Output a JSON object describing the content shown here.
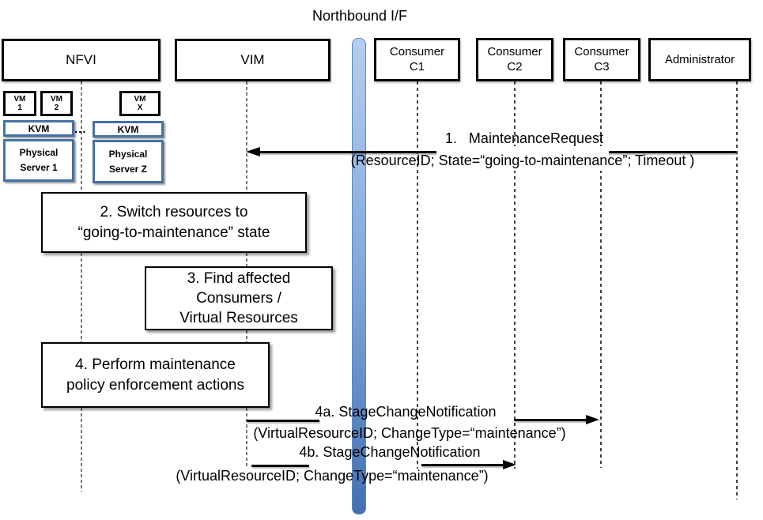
{
  "title": "Northbound I/F",
  "actors": {
    "nfvi": "NFVI",
    "vim": "VIM",
    "consumer1": {
      "line1": "Consumer",
      "line2": "C1"
    },
    "consumer2": {
      "line1": "Consumer",
      "line2": "C2"
    },
    "consumer3": {
      "line1": "Consumer",
      "line2": "C3"
    },
    "administrator": "Administrator"
  },
  "nfvi_detail": {
    "vm1": {
      "line1": "VM",
      "line2": "1"
    },
    "vm2": {
      "line1": "VM",
      "line2": "2"
    },
    "vmx": {
      "line1": "VM",
      "line2": "X"
    },
    "kvm_left": "KVM",
    "kvm_right": "KVM",
    "ellipsis": "...",
    "server_left": {
      "line1": "Physical",
      "line2": "Server 1"
    },
    "server_right": {
      "line1": "Physical",
      "line2": "Server Z"
    }
  },
  "steps": {
    "step2": {
      "line1": "2. Switch resources to",
      "line2": "“going-to-maintenance” state"
    },
    "step3": {
      "line1": "3. Find affected",
      "line2": "Consumers /",
      "line3": "Virtual Resources"
    },
    "step4": {
      "line1": "4. Perform maintenance",
      "line2": "policy enforcement actions"
    }
  },
  "messages": {
    "msg1": {
      "title": "1.   MaintenanceRequest",
      "params": "(ResourceID; State=“going-to-maintenance”; Timeout )"
    },
    "msg4a": {
      "title": "4a. StageChangeNotification",
      "params": "(VirtualResourceID; ChangeType=“maintenance”)"
    },
    "msg4b": {
      "title": "4b. StageChangeNotification",
      "params": "(VirtualResourceID; ChangeType=“maintenance”)"
    }
  },
  "colors": {
    "box_blue_border": "#4472A4",
    "bar_gradient_top": "#B6CEEE",
    "bar_gradient_bottom": "#4470B2",
    "lifeline_gray": "#7A7A7A",
    "line_black": "#000000"
  }
}
